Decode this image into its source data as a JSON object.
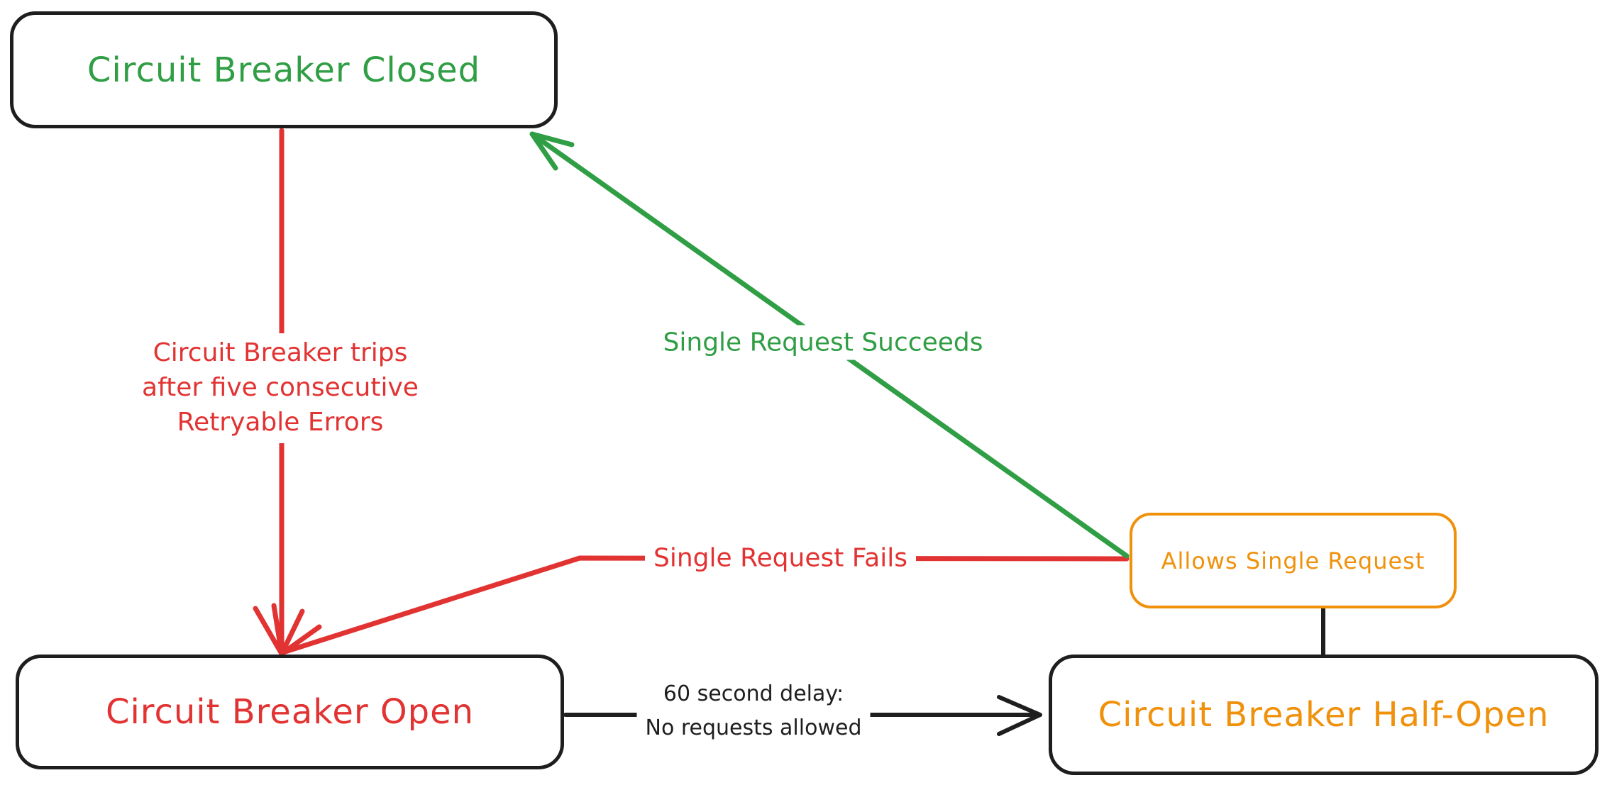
{
  "diagram": {
    "colors": {
      "green": "#2f9e44",
      "red": "#e23333",
      "orange": "#f0910c",
      "ink": "#1e1e1e",
      "background": "#ffffff"
    },
    "nodes": {
      "closed": {
        "label": "Circuit Breaker Closed",
        "text_color": "#2f9e44",
        "border_color": "#1e1e1e"
      },
      "open": {
        "label": "Circuit Breaker Open",
        "text_color": "#e23333",
        "border_color": "#1e1e1e"
      },
      "half_open": {
        "label": "Circuit Breaker Half-Open",
        "text_color": "#f0910c",
        "border_color": "#1e1e1e"
      },
      "allows_single_request": {
        "label": "Allows Single Request",
        "text_color": "#f0910c",
        "border_color": "#f0910c"
      }
    },
    "edges": {
      "closed_to_open": {
        "from": "closed",
        "to": "open",
        "color": "#e23333",
        "label_lines": [
          "Circuit Breaker trips",
          "after five consecutive",
          "Retryable Errors"
        ]
      },
      "allows_to_closed": {
        "from": "allows_single_request",
        "to": "closed",
        "color": "#2f9e44",
        "label": "Single Request Succeeds"
      },
      "allows_to_open": {
        "from": "allows_single_request",
        "to": "open",
        "color": "#e23333",
        "label": "Single Request Fails"
      },
      "open_to_half_open": {
        "from": "open",
        "to": "half_open",
        "color": "#1e1e1e",
        "label_lines": [
          "60 second delay:",
          "No requests allowed"
        ]
      },
      "half_open_to_allows": {
        "from": "half_open",
        "to": "allows_single_request",
        "color": "#1e1e1e"
      }
    }
  }
}
